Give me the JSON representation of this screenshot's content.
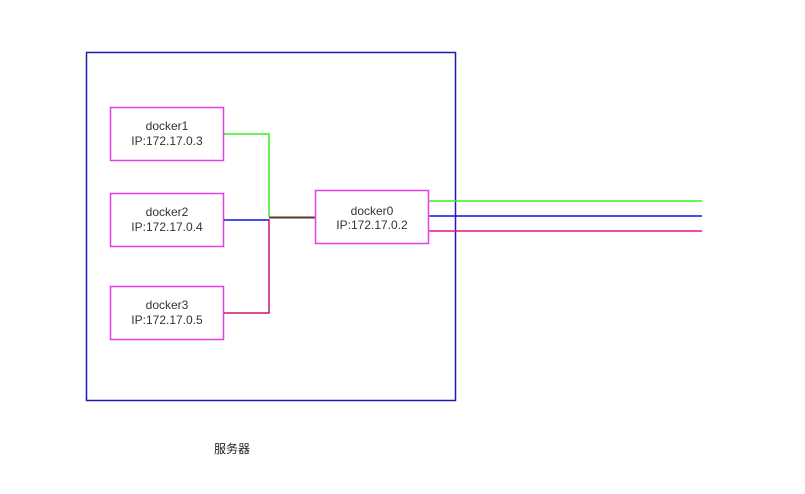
{
  "server_label": "服务器",
  "nodes": {
    "docker0": {
      "name": "docker0",
      "ip": "IP:172.17.0.2"
    },
    "docker1": {
      "name": "docker1",
      "ip": "IP:172.17.0.3"
    },
    "docker2": {
      "name": "docker2",
      "ip": "IP:172.17.0.4"
    },
    "docker3": {
      "name": "docker3",
      "ip": "IP:172.17.0.5"
    }
  },
  "colors": {
    "server_border": "#1c1cb0",
    "node_border": "#e23fe8",
    "green": "#33f21a",
    "blue": "#1010e0",
    "pink": "#e8147a"
  }
}
